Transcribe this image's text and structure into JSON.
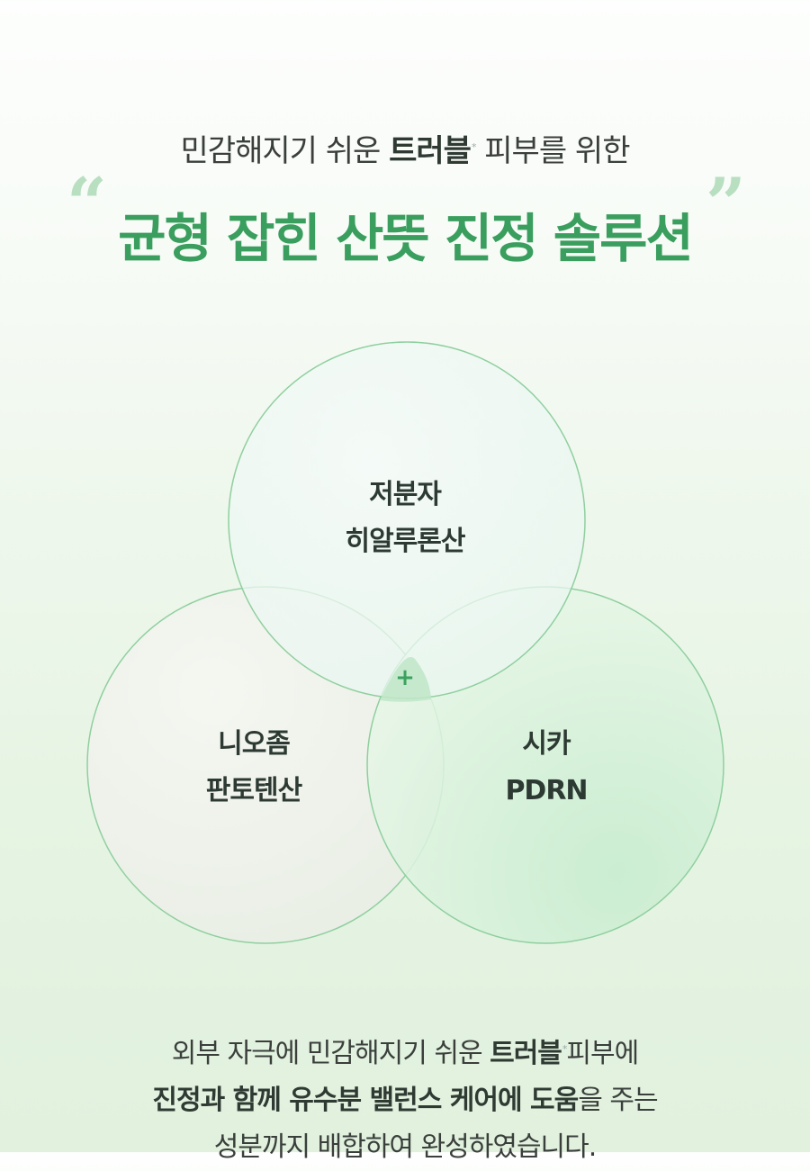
{
  "header": {
    "subtitle_pre": "민감해지기 쉬운 ",
    "subtitle_bold": "트러블",
    "subtitle_mark": "*",
    "subtitle_post": " 피부를 위한",
    "quote_open": "“",
    "quote_close": "”",
    "headline": "균형 잡힌 산뜻 진정 솔루션"
  },
  "venn": {
    "top": {
      "line1": "저분자",
      "line2": "히알루론산"
    },
    "left": {
      "line1": "니오좀",
      "line2": "판토텐산"
    },
    "right": {
      "line1": "시카",
      "line2": "PDRN"
    },
    "center_symbol": "+",
    "colors": {
      "stroke": "#8fcf9f",
      "center_fill": "#bfe6c8",
      "accent": "#3a9e5e"
    }
  },
  "body": {
    "line1_pre": "외부 자극에 민감해지기 쉬운 ",
    "line1_bold": "트러블",
    "line1_mark": "*",
    "line1_post": "피부에",
    "line2_bold": "진정과 함께 유수분 밸런스 케어에 도움",
    "line2_post": "을 주는",
    "line3": "성분까지 배합하여 완성하였습니다."
  }
}
